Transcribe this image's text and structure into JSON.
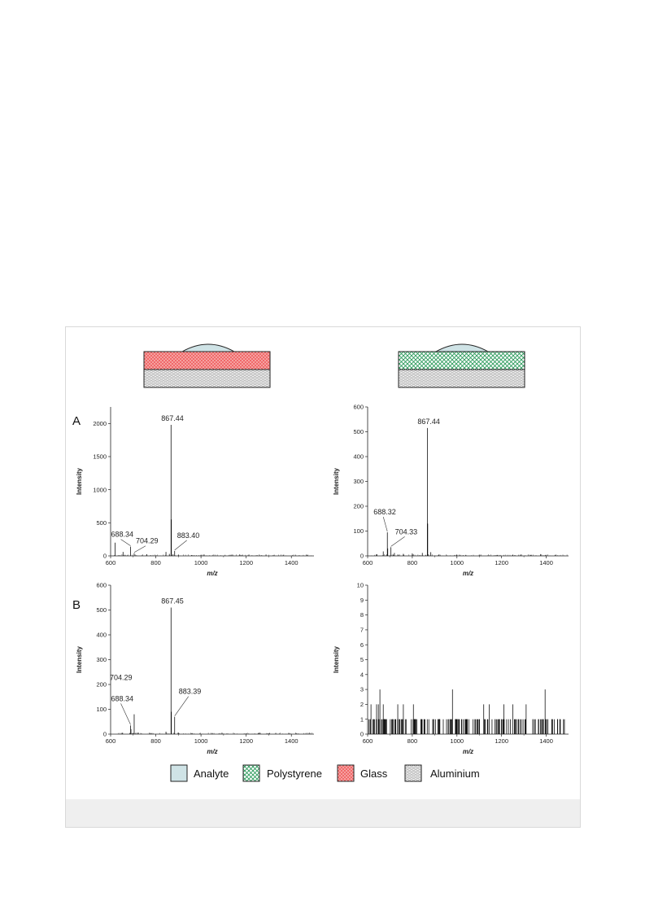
{
  "colors": {
    "analyte": "#cfe3e6",
    "polystyrene": "#9fe0bf",
    "glass": "#f06a6a",
    "aluminium": "#d4d4d4"
  },
  "panel_labels": {
    "a": "A",
    "b": "B"
  },
  "legend": {
    "analyte": "Analyte",
    "polystyrene": "Polystyrene",
    "glass": "Glass",
    "aluminium": "Aluminium"
  },
  "chart_data": [
    {
      "type": "bar",
      "panel": "A",
      "substrate": "Glass",
      "xlabel": "m/z",
      "ylabel": "Intensity",
      "xlim": [
        600,
        1500
      ],
      "ylim": [
        0,
        2250
      ],
      "xticks": [
        600,
        800,
        1000,
        1200,
        1400
      ],
      "yticks": [
        0,
        500,
        1000,
        1500,
        2000
      ],
      "peaks": [
        {
          "mz": 620,
          "i": 200
        },
        {
          "mz": 655,
          "i": 60
        },
        {
          "mz": 688.34,
          "i": 140
        },
        {
          "mz": 704.29,
          "i": 40
        },
        {
          "mz": 760,
          "i": 25
        },
        {
          "mz": 845,
          "i": 60
        },
        {
          "mz": 860,
          "i": 30
        },
        {
          "mz": 867.44,
          "i": 1980
        },
        {
          "mz": 869,
          "i": 550
        },
        {
          "mz": 883.4,
          "i": 75
        },
        {
          "mz": 900,
          "i": 20
        },
        {
          "mz": 960,
          "i": 12
        }
      ],
      "annotations": [
        {
          "text": "867.44",
          "mz": 867.44,
          "i": 1980
        },
        {
          "text": "688.34",
          "mz": 688.34,
          "i": 140
        },
        {
          "text": "704.29",
          "mz": 704.29,
          "i": 40
        },
        {
          "text": "883.40",
          "mz": 883.4,
          "i": 75
        }
      ]
    },
    {
      "type": "bar",
      "panel": "A",
      "substrate": "Polystyrene",
      "xlabel": "m/z",
      "ylabel": "Intensity",
      "xlim": [
        600,
        1500
      ],
      "ylim": [
        0,
        600
      ],
      "xticks": [
        600,
        800,
        1000,
        1200,
        1400
      ],
      "yticks": [
        0,
        100,
        200,
        300,
        400,
        500,
        600
      ],
      "peaks": [
        {
          "mz": 640,
          "i": 6
        },
        {
          "mz": 670,
          "i": 18
        },
        {
          "mz": 688.32,
          "i": 95
        },
        {
          "mz": 690,
          "i": 30
        },
        {
          "mz": 704.33,
          "i": 35
        },
        {
          "mz": 720,
          "i": 12
        },
        {
          "mz": 760,
          "i": 8
        },
        {
          "mz": 800,
          "i": 10
        },
        {
          "mz": 845,
          "i": 12
        },
        {
          "mz": 867.44,
          "i": 515
        },
        {
          "mz": 869,
          "i": 130
        },
        {
          "mz": 883,
          "i": 15
        },
        {
          "mz": 920,
          "i": 6
        },
        {
          "mz": 1000,
          "i": 5
        },
        {
          "mz": 1040,
          "i": 4
        },
        {
          "mz": 1100,
          "i": 5
        },
        {
          "mz": 1180,
          "i": 4
        },
        {
          "mz": 1250,
          "i": 5
        },
        {
          "mz": 1330,
          "i": 4
        },
        {
          "mz": 1375,
          "i": 7
        },
        {
          "mz": 1440,
          "i": 4
        }
      ],
      "annotations": [
        {
          "text": "867.44",
          "mz": 867.44,
          "i": 515
        },
        {
          "text": "688.32",
          "mz": 688.32,
          "i": 95
        },
        {
          "text": "704.33",
          "mz": 704.33,
          "i": 35
        }
      ]
    },
    {
      "type": "bar",
      "panel": "B",
      "substrate": "Glass",
      "xlabel": "m/z",
      "ylabel": "Intensity",
      "xlim": [
        600,
        1500
      ],
      "ylim": [
        0,
        600
      ],
      "xticks": [
        600,
        800,
        1000,
        1200,
        1400
      ],
      "yticks": [
        0,
        100,
        200,
        300,
        400,
        500,
        600
      ],
      "peaks": [
        {
          "mz": 650,
          "i": 5
        },
        {
          "mz": 688.34,
          "i": 35
        },
        {
          "mz": 690,
          "i": 20
        },
        {
          "mz": 704.29,
          "i": 80
        },
        {
          "mz": 720,
          "i": 6
        },
        {
          "mz": 780,
          "i": 4
        },
        {
          "mz": 845,
          "i": 10
        },
        {
          "mz": 867.45,
          "i": 510
        },
        {
          "mz": 869,
          "i": 90
        },
        {
          "mz": 883.39,
          "i": 70
        },
        {
          "mz": 900,
          "i": 6
        },
        {
          "mz": 960,
          "i": 4
        },
        {
          "mz": 1050,
          "i": 3
        },
        {
          "mz": 1200,
          "i": 3
        }
      ],
      "annotations": [
        {
          "text": "867.45",
          "mz": 867.45,
          "i": 510
        },
        {
          "text": "688.34",
          "mz": 688.34,
          "i": 35
        },
        {
          "text": "704.29",
          "mz": 704.29,
          "i": 80
        },
        {
          "text": "883.39",
          "mz": 883.39,
          "i": 70
        }
      ]
    },
    {
      "type": "bar",
      "panel": "B",
      "substrate": "Polystyrene",
      "xlabel": "m/z",
      "ylabel": "Intensity",
      "xlim": [
        600,
        1500
      ],
      "ylim": [
        0,
        10
      ],
      "xticks": [
        600,
        800,
        1000,
        1200,
        1400
      ],
      "yticks": [
        0,
        1,
        2,
        3,
        4,
        5,
        6,
        7,
        8,
        9,
        10
      ],
      "noise": {
        "mz_min": 605,
        "mz_max": 1490,
        "count": 170,
        "level": 1
      },
      "peaks": [
        {
          "mz": 615,
          "i": 2
        },
        {
          "mz": 640,
          "i": 2
        },
        {
          "mz": 648,
          "i": 2
        },
        {
          "mz": 655,
          "i": 3
        },
        {
          "mz": 670,
          "i": 2
        },
        {
          "mz": 735,
          "i": 2
        },
        {
          "mz": 760,
          "i": 2
        },
        {
          "mz": 805,
          "i": 2
        },
        {
          "mz": 980,
          "i": 3
        },
        {
          "mz": 1120,
          "i": 2
        },
        {
          "mz": 1145,
          "i": 2
        },
        {
          "mz": 1210,
          "i": 2
        },
        {
          "mz": 1250,
          "i": 2
        },
        {
          "mz": 1310,
          "i": 2
        },
        {
          "mz": 1395,
          "i": 3
        }
      ],
      "annotations": []
    }
  ]
}
